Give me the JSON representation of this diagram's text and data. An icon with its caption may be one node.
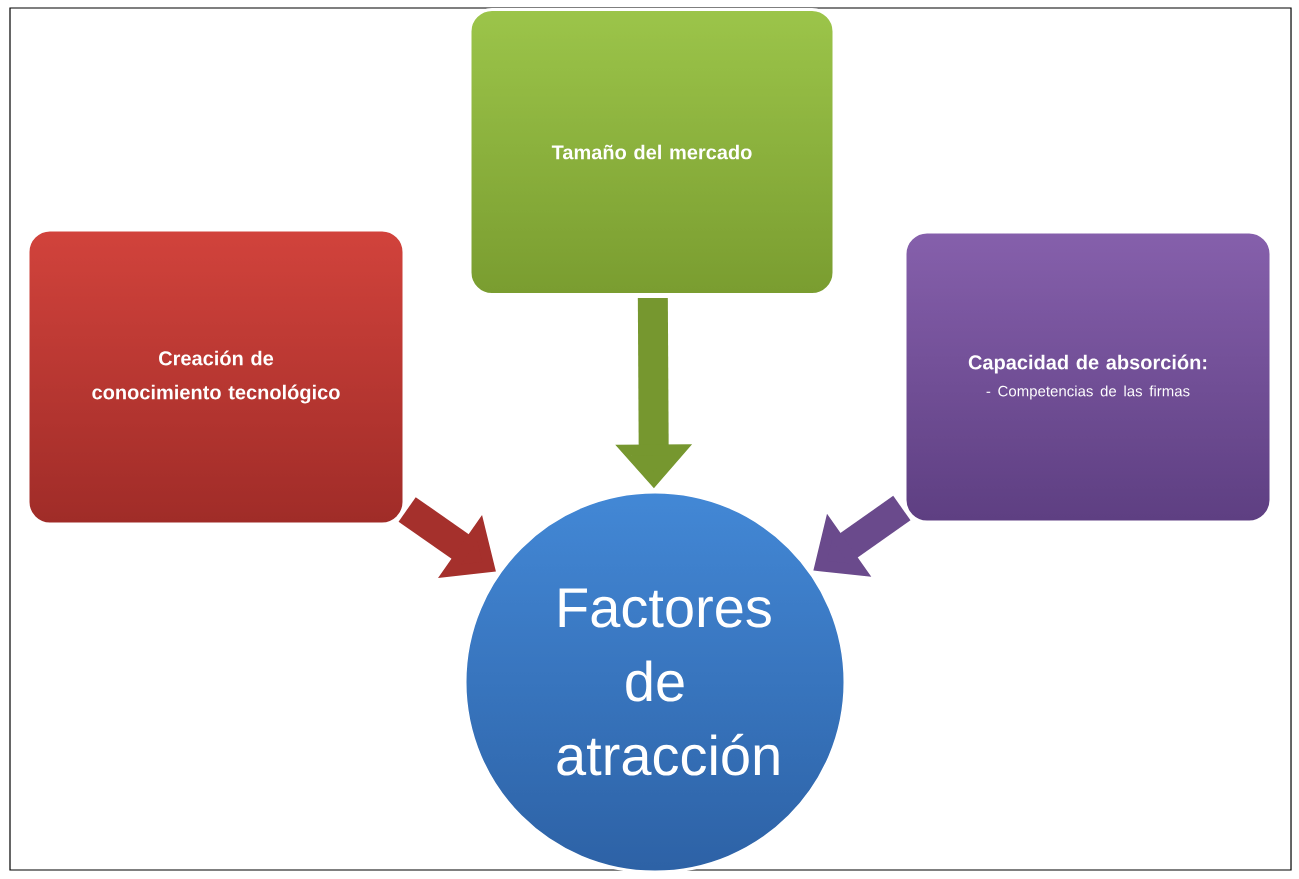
{
  "diagram": {
    "nodes": [
      {
        "text": [
          "Tamaño del mercado"
        ]
      },
      {
        "text": [
          "Creación de conocimiento tecnológico"
        ]
      },
      {
        "text": [
          "Capacidad de absorción:",
          "- Competencias de las firmas"
        ]
      },
      {
        "text": [
          "Factores de atracción"
        ]
      }
    ],
    "edges": [
      {
        "from": 0,
        "to": 3,
        "arrow": "to",
        "color": "#76972f"
      },
      {
        "from": 1,
        "to": 3,
        "arrow": "to",
        "color": "#a5302c"
      },
      {
        "from": 2,
        "to": 3,
        "arrow": "to",
        "color": "#6a4a8c"
      }
    ]
  }
}
